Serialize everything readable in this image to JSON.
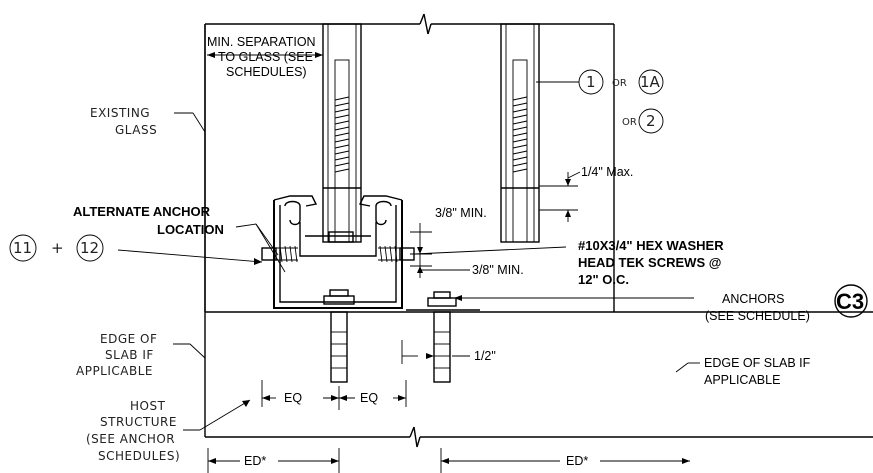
{
  "labels": {
    "min_separation_1": "MIN. SEPARATION",
    "min_separation_2": "TO GLASS (SEE",
    "min_separation_3": "SCHEDULES)",
    "existing_1": "EXISTING",
    "existing_2": "GLASS",
    "quarter_max": "1/4\" Max.",
    "three_eighths_min_top": "3/8\" MIN.",
    "three_eighths_min_bottom": "3/8\" MIN.",
    "alt_anchor_1": "ALTERNATE ANCHOR",
    "alt_anchor_2": "LOCATION",
    "screws_1": "#10X3/4\" HEX WASHER",
    "screws_2": "HEAD TEK SCREWS @",
    "screws_3": "12\" O.C.",
    "anchors_1": "ANCHORS",
    "anchors_2": "(SEE SCHEDULE)",
    "edge_left_1": "EDGE OF",
    "edge_left_2": "SLAB IF",
    "edge_left_3": "APPLICABLE",
    "edge_right_1": "EDGE OF SLAB IF",
    "edge_right_2": "APPLICABLE",
    "half": "1/2\"",
    "eq_left": "EQ",
    "eq_right": "EQ",
    "host_1": "HOST",
    "host_2": "STRUCTURE",
    "host_3": "(SEE ANCHOR",
    "host_4": "SCHEDULES)",
    "ed_left": "ED*",
    "ed_right": "ED*",
    "or_1": "OR",
    "or_2": "OR"
  },
  "callouts": {
    "item_1": "1",
    "item_1a": "1A",
    "item_2": "2",
    "item_11": "11",
    "item_12": "12",
    "plus": "+",
    "detail": "C3"
  }
}
